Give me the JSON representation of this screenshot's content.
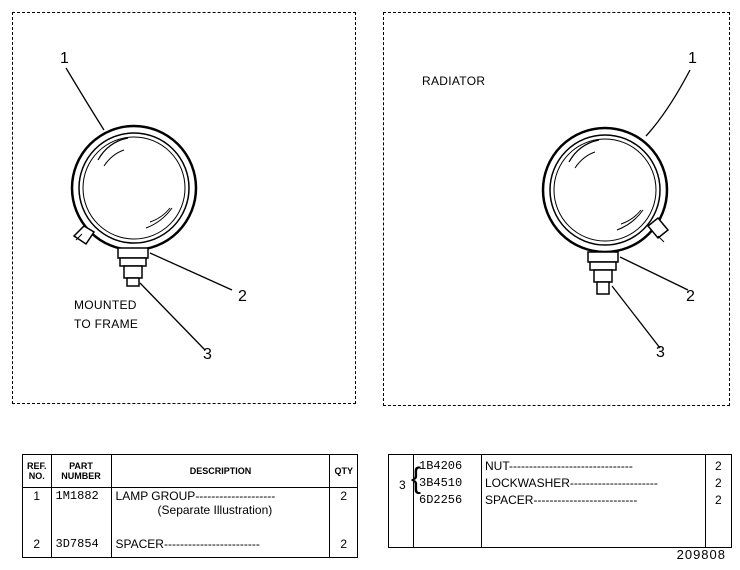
{
  "left_view": {
    "callouts": [
      "1",
      "2",
      "3"
    ],
    "caption_line1": "MOUNTED",
    "caption_line2": "TO FRAME"
  },
  "right_view": {
    "callouts": [
      "1",
      "2",
      "3"
    ],
    "caption": "RADIATOR"
  },
  "parts_table_left": {
    "headers": {
      "ref_no": "REF. NO.",
      "part_number": "PART NUMBER",
      "description": "DESCRIPTION",
      "qty": "QTY"
    },
    "rows": [
      {
        "ref": "1",
        "part": "1M1882",
        "desc": "LAMP GROUP--------------------",
        "desc2": "(Separate Illustration)",
        "qty": "2"
      },
      {
        "ref": "2",
        "part": "3D7854",
        "desc": "SPACER------------------------",
        "desc2": "",
        "qty": "2"
      }
    ]
  },
  "parts_table_right": {
    "group_ref": "3",
    "rows": [
      {
        "part": "1B4206",
        "desc": "NUT-------------------------------",
        "qty": "2"
      },
      {
        "part": "3B4510",
        "desc": "LOCKWASHER----------------------",
        "qty": "2"
      },
      {
        "part": "6D2256",
        "desc": "SPACER--------------------------",
        "qty": "2"
      }
    ]
  },
  "document_number": "209808"
}
